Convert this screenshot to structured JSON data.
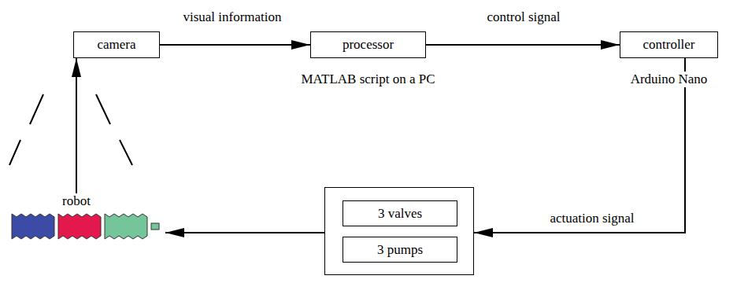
{
  "diagram": {
    "nodes": [
      {
        "text": [
          "camera"
        ]
      },
      {
        "text": [
          "processor",
          "MATLAB script on a PC"
        ]
      },
      {
        "text": [
          "controller",
          "Arduino Nano"
        ]
      },
      {
        "text": [
          "robot"
        ]
      },
      {
        "text": []
      },
      {
        "text": [
          "3 valves"
        ],
        "in": 4
      },
      {
        "text": [
          "3 pumps"
        ],
        "in": 4
      }
    ],
    "edges": [
      {
        "from": 3,
        "to": 0,
        "arrow": "to"
      },
      {
        "from": 0,
        "to": 1,
        "label": "visual information",
        "arrow": "to"
      },
      {
        "from": 1,
        "to": 2,
        "label": "control signal",
        "arrow": "to"
      },
      {
        "from": 2,
        "to": 4,
        "label": "actuation signal",
        "arrow": "to"
      },
      {
        "from": 4,
        "to": 3,
        "arrow": "to"
      }
    ]
  }
}
